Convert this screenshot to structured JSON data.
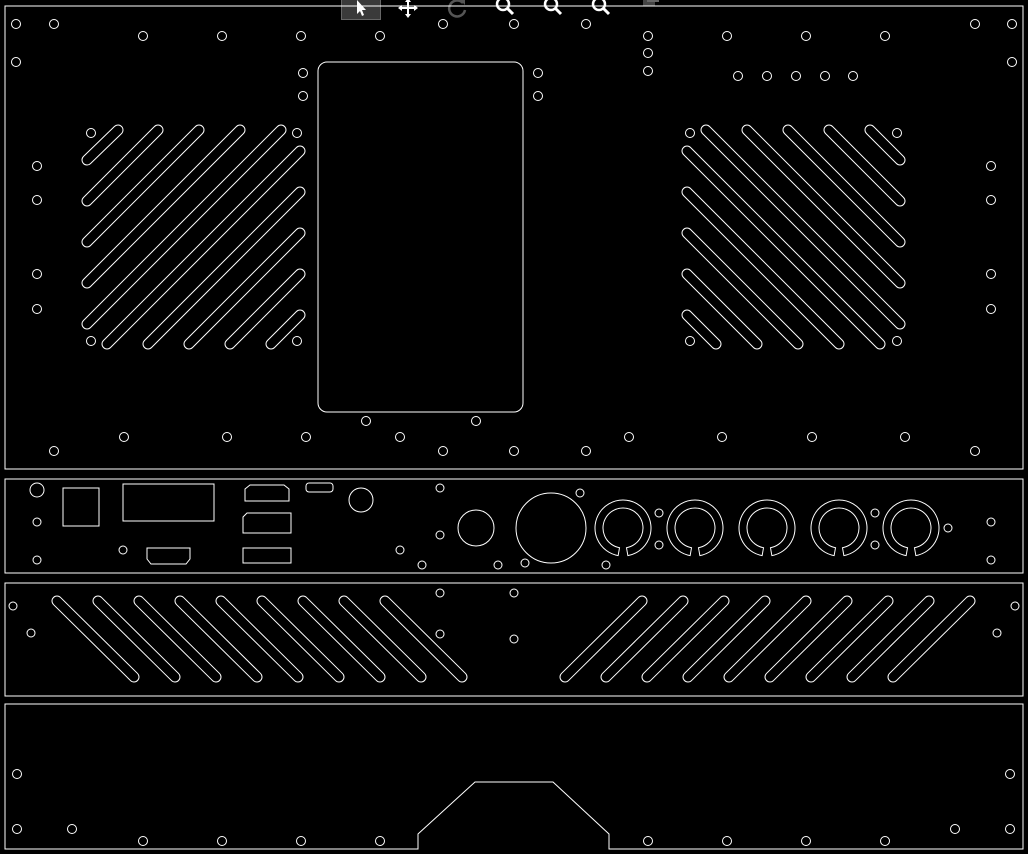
{
  "toolbar": {
    "tools": [
      {
        "name": "select-tool",
        "icon": "cursor-arrow-icon",
        "active": true
      },
      {
        "name": "pan-tool",
        "icon": "move-cross-icon",
        "active": false
      },
      {
        "name": "redo-tool",
        "icon": "rotate-icon",
        "active": false
      },
      {
        "name": "zoom-tool",
        "icon": "magnifier-icon",
        "active": false
      },
      {
        "name": "zoom-out-tool",
        "icon": "magnifier-minus-icon",
        "active": false
      },
      {
        "name": "zoom-fit-tool",
        "icon": "magnifier-fit-icon",
        "active": false
      },
      {
        "name": "layers-tool",
        "icon": "layers-icon",
        "active": false
      }
    ]
  },
  "canvas": {
    "background": "#000000",
    "line_color": "#ffffff",
    "panels": [
      "top-panel",
      "back-io-panel",
      "vent-panel",
      "bottom-panel"
    ]
  }
}
